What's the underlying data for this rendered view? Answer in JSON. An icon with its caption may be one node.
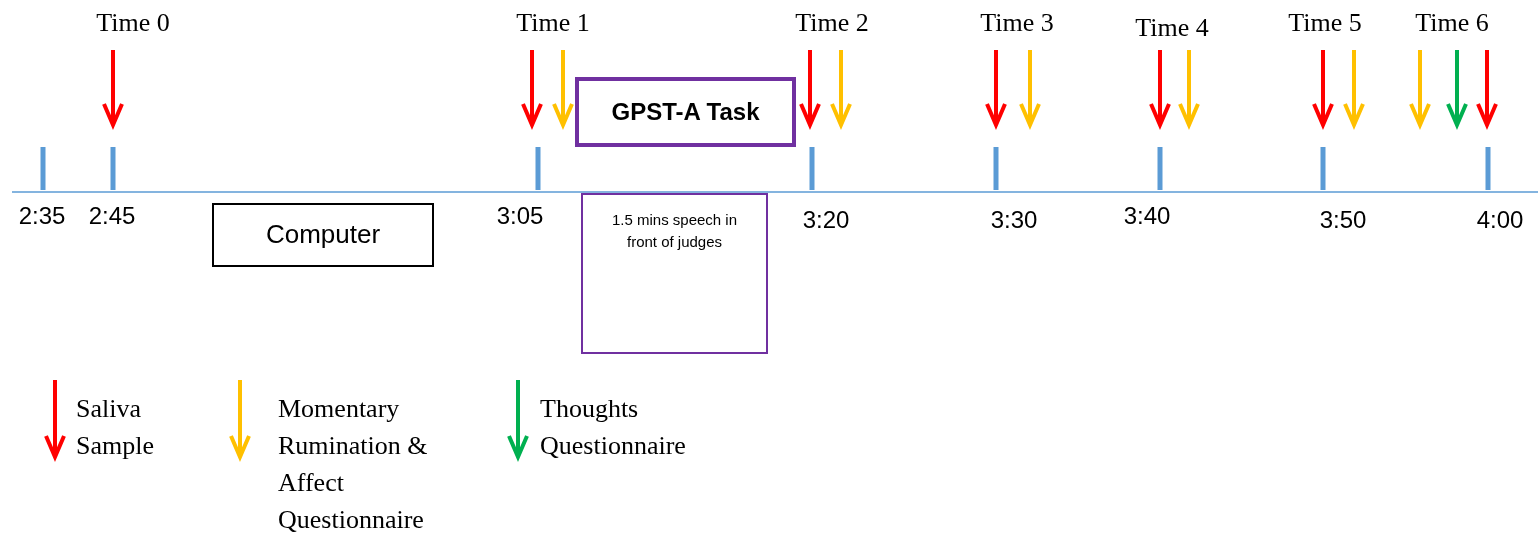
{
  "diagram": {
    "nodes": [
      {
        "text": [
          "GPST-A Task"
        ]
      },
      {
        "text": [
          "Computer"
        ]
      },
      {
        "text": [
          "1.5 mins speech in front of judges"
        ]
      }
    ],
    "edges": [],
    "labels": [
      "Time 0",
      "Time 1",
      "Time 2",
      "Time 3",
      "Time 4",
      "Time 5",
      "Time 6",
      "2:35",
      "2:45",
      "3:05",
      "3:20",
      "3:30",
      "3:40",
      "3:50",
      "4:00"
    ],
    "legend": [
      {
        "text": "Saliva Sample",
        "color": "#ff0000"
      },
      {
        "text": "Momentary Rumination & Affect Questionnaire",
        "color": "#ffc000"
      },
      {
        "text": "Thoughts Questionnaire",
        "color": "#00b050"
      }
    ]
  }
}
